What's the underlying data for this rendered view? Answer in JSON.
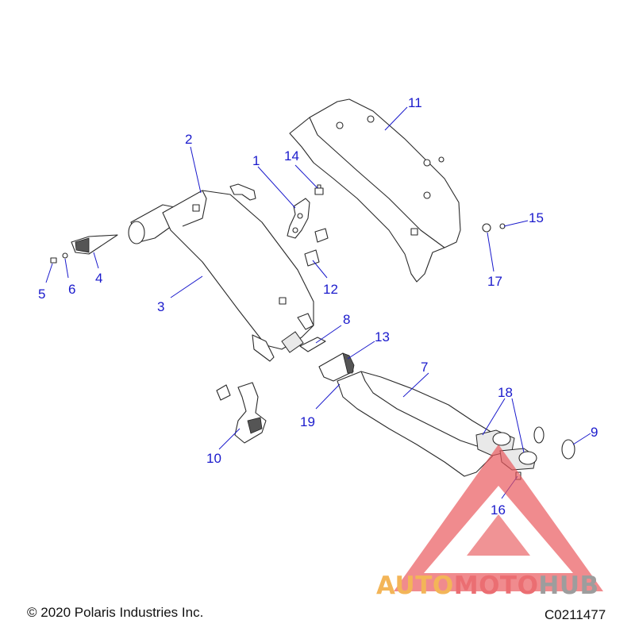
{
  "diagram": {
    "labels": [
      {
        "id": "1",
        "text": "1"
      },
      {
        "id": "2",
        "text": "2"
      },
      {
        "id": "3",
        "text": "3"
      },
      {
        "id": "4",
        "text": "4"
      },
      {
        "id": "5",
        "text": "5"
      },
      {
        "id": "6",
        "text": "6"
      },
      {
        "id": "7",
        "text": "7"
      },
      {
        "id": "8",
        "text": "8"
      },
      {
        "id": "9",
        "text": "9"
      },
      {
        "id": "10",
        "text": "10"
      },
      {
        "id": "11",
        "text": "11"
      },
      {
        "id": "12",
        "text": "12"
      },
      {
        "id": "13",
        "text": "13"
      },
      {
        "id": "14",
        "text": "14"
      },
      {
        "id": "15",
        "text": "15"
      },
      {
        "id": "16",
        "text": "16"
      },
      {
        "id": "17",
        "text": "17"
      },
      {
        "id": "18",
        "text": "18"
      },
      {
        "id": "19",
        "text": "19"
      }
    ],
    "label_color": "#1a1acc"
  },
  "footer": {
    "copyright": "© 2020 Polaris Industries Inc.",
    "code": "C0211477"
  },
  "watermark": {
    "part1": "AUTO",
    "part2": "MOTO",
    "part3": "HUB",
    "color_orange": "#f2a93b",
    "color_red": "#e8555a",
    "color_gray": "#8c8c8c"
  }
}
